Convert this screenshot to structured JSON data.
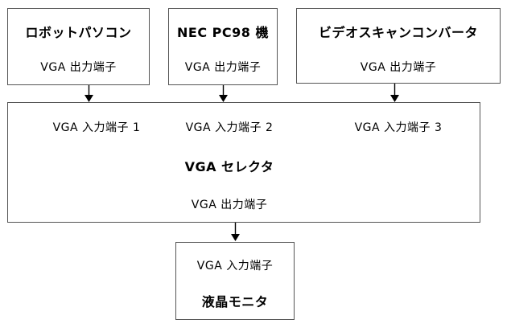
{
  "diagram": {
    "type": "block-diagram",
    "background_color": "#ffffff",
    "line_color": "#555555",
    "text_color": "#000000",
    "sources": [
      {
        "id": "robot-pc",
        "title": "ロボットパソコン",
        "port": "VGA 出力端子"
      },
      {
        "id": "nec-pc98",
        "title": "NEC PC98 機",
        "port": "VGA 出力端子"
      },
      {
        "id": "video-scan-converter",
        "title": "ビデオスキャンコンバータ",
        "port": "VGA 出力端子"
      }
    ],
    "selector": {
      "id": "vga-selector",
      "title": "VGA セレクタ",
      "inputs": [
        "VGA 入力端子 1",
        "VGA 入力端子 2",
        "VGA 入力端子 3"
      ],
      "output": "VGA 出力端子"
    },
    "monitor": {
      "id": "lcd-monitor",
      "port": "VGA 入力端子",
      "title": "液晶モニタ"
    },
    "connections": [
      {
        "from": "robot-pc",
        "to": "vga-selector-input-1"
      },
      {
        "from": "nec-pc98",
        "to": "vga-selector-input-2"
      },
      {
        "from": "video-scan-converter",
        "to": "vga-selector-input-3"
      },
      {
        "from": "vga-selector-output",
        "to": "lcd-monitor"
      }
    ]
  }
}
